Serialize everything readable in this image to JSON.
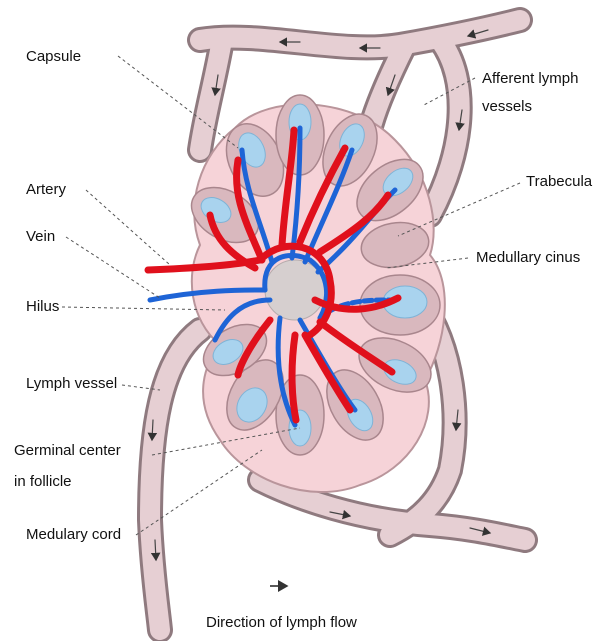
{
  "labels": {
    "capsule": "Capsule",
    "afferent_line1": "Afferent lymph",
    "afferent_line2": "vessels",
    "artery": "Artery",
    "vein": "Vein",
    "trabecula": "Trabecula",
    "medullary_sinus": "Medullary cinus",
    "hilus": "Hilus",
    "lymph_vessel": "Lymph vessel",
    "germinal_line1": "Germinal center",
    "germinal_line2": "in follicle",
    "medullary_cord": "Medulary cord",
    "direction": "Direction of lymph flow"
  },
  "colors": {
    "capsule_fill": "#f6d3d8",
    "lobule_fill": "#d9b8be",
    "germinal_fill": "#a9d3ee",
    "artery": "#e0101c",
    "vein": "#1e64d6",
    "hilus_fill": "#d6cfcf",
    "vessel_fill": "#e8cfd4"
  }
}
